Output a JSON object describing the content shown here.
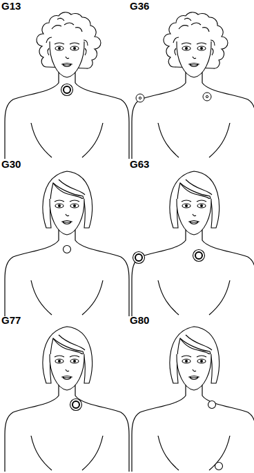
{
  "diagram": {
    "labels": [
      "G13",
      "G36",
      "G30",
      "G63",
      "G77",
      "G80"
    ]
  }
}
